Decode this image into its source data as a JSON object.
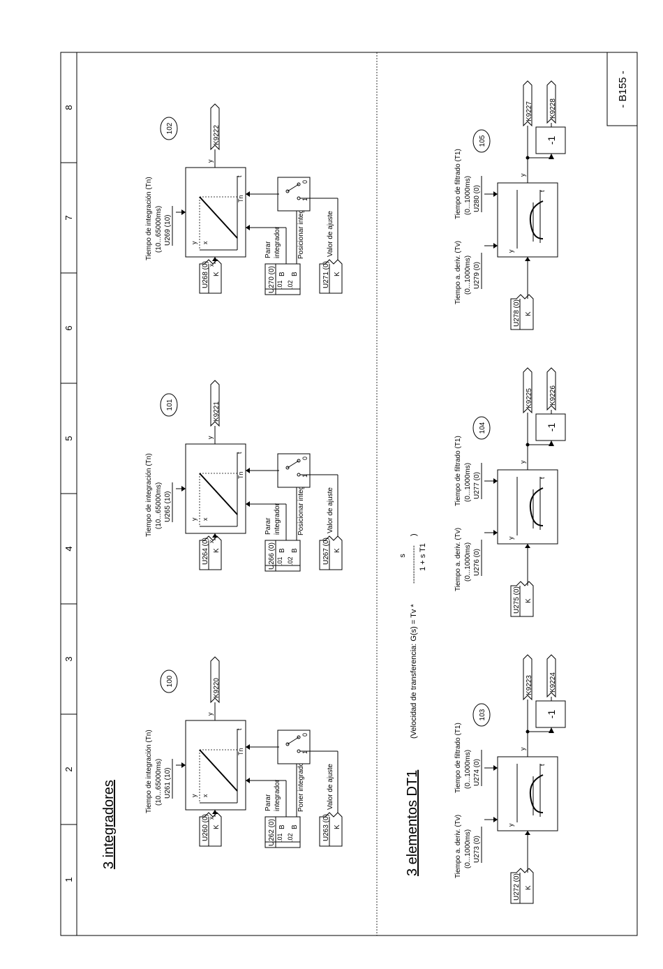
{
  "page_label": "- B155 -",
  "columns": [
    "1",
    "2",
    "3",
    "4",
    "5",
    "6",
    "7",
    "8"
  ],
  "section_integrators": {
    "title": "3 integradores"
  },
  "section_dt1": {
    "title": "3 elementos DT1",
    "transfer_prefix": "(Velocidad de transferencia: G(s) = Tv * ",
    "transfer_num": "s",
    "transfer_dash": "---------------",
    "transfer_den": "1 + s T1",
    "transfer_close": ")"
  },
  "integrators": [
    {
      "number": "100",
      "param_title": "Tiempo de integración (Tn)",
      "param_range": "(10...65000ms)",
      "param_code": "U261 (10)",
      "input": "U260 (0)",
      "input_type": "K",
      "ctrl": "U262 (0)",
      "ctrl_idx1": ".01",
      "ctrl_idx2": ".02",
      "ctrl_type": "B",
      "stop_label1": "Parar",
      "stop_label2": "integrador",
      "set_label": "Poner integrador",
      "setval": "U263 (0)",
      "setval_type": "K",
      "setval_label": "Valor de ajuste",
      "output": "K9220",
      "in_letter": "x",
      "out_letter": "y",
      "y": "y",
      "x": "x",
      "t": "t",
      "tn": "Tn",
      "sw0": "0",
      "sw1": "1"
    },
    {
      "number": "101",
      "param_title": "Tiempo de integración (Tn)",
      "param_range": "(10...65000ms)",
      "param_code": "U265 (10)",
      "input": "U264 (0)",
      "input_type": "K",
      "ctrl": "U266 (0)",
      "ctrl_idx1": ".01",
      "ctrl_idx2": ".02",
      "ctrl_type": "B",
      "stop_label1": "Parar",
      "stop_label2": "integrador",
      "set_label": "Posicionar integrador",
      "setval": "U267 (0)",
      "setval_type": "K",
      "setval_label": "Valor de ajuste",
      "output": "K9221",
      "in_letter": "x",
      "out_letter": "y",
      "y": "y",
      "x": "x",
      "t": "t",
      "tn": "Tn",
      "sw0": "0",
      "sw1": "1"
    },
    {
      "number": "102",
      "param_title": "Tiempo de integración (Tn)",
      "param_range": "(10...65000ms)",
      "param_code": "U269 (10)",
      "input": "U268 (0)",
      "input_type": "K",
      "ctrl": "U270 (0)",
      "ctrl_idx1": ".01",
      "ctrl_idx2": ".02",
      "ctrl_type": "B",
      "stop_label1": "Parar",
      "stop_label2": "integrador",
      "set_label": "Posicionar integrador",
      "setval": "U271 (0)",
      "setval_type": "K",
      "setval_label": "Valor de ajuste",
      "output": "K9222",
      "in_letter": "x",
      "out_letter": "y",
      "y": "y",
      "x": "x",
      "t": "t",
      "tn": "Tn",
      "sw0": "0",
      "sw1": "1"
    }
  ],
  "dt1": [
    {
      "number": "103",
      "tv_title": "Tiempo a. deriv.  (Tv)",
      "tv_range": "(0...1000ms)",
      "tv_code": "U273 (0)",
      "t1_title": "Tiempo de filtrado  (T1)",
      "t1_range": "(0...1000ms)",
      "t1_code": "U274 (0)",
      "input": "U272 (0)",
      "input_type": "K",
      "out1": "K9223",
      "out2": "K9224",
      "neg": "-1",
      "y": "y",
      "t": "t",
      "out_letter": "y"
    },
    {
      "number": "104",
      "tv_title": "Tiempo a. deriv. (Tv)",
      "tv_range": "(0...1000ms)",
      "tv_code": "U276 (0)",
      "t1_title": "Tiempo de filtrado  (T1)",
      "t1_range": "(0...1000ms)",
      "t1_code": "U277 (0)",
      "input": "U275 (0)",
      "input_type": "K",
      "out1": "K9225",
      "out2": "K9226",
      "neg": "-1",
      "y": "y",
      "t": "t",
      "out_letter": "y"
    },
    {
      "number": "105",
      "tv_title": "Tiempo a. deriv.  (Tv)",
      "tv_range": "(0...1000ms)",
      "tv_code": "U279 (0)",
      "t1_title": "Tiempo de filtrado  (T1)",
      "t1_range": "(0...1000ms)",
      "t1_code": "U280 (0)",
      "input": "U278 (0)",
      "input_type": "K",
      "out1": "K9227",
      "out2": "K9228",
      "neg": "-1",
      "y": "y",
      "t": "t",
      "out_letter": "y"
    }
  ]
}
